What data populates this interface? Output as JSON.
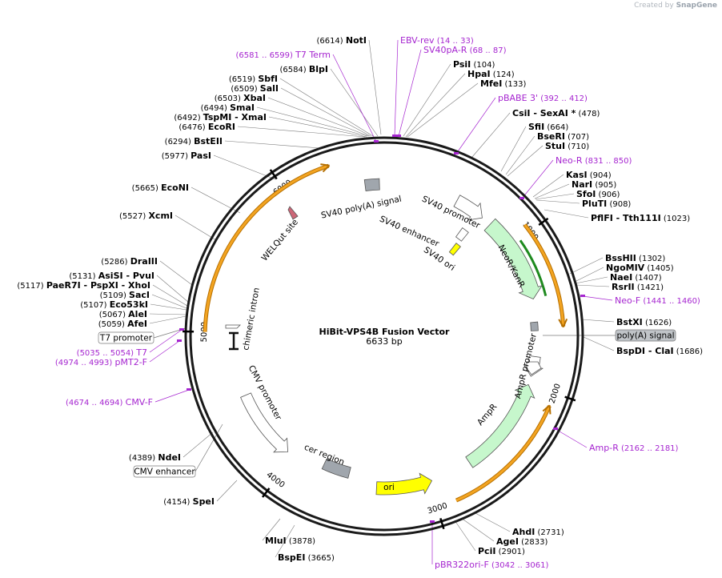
{
  "watermark": {
    "prefix": "Created by",
    "brand": "SnapGene"
  },
  "map": {
    "title": "HiBit-VPS4B Fusion Vector",
    "size_label": "6633 bp",
    "total_bp": 6633,
    "ticks": [
      {
        "label": "1000",
        "pos": 1000
      },
      {
        "label": "2000",
        "pos": 2000
      },
      {
        "label": "3000",
        "pos": 3000
      },
      {
        "label": "4000",
        "pos": 4000
      },
      {
        "label": "5000",
        "pos": 5000
      },
      {
        "label": "6000",
        "pos": 6000
      }
    ]
  },
  "sites": [
    {
      "name": "NotI",
      "pos": "(6614)"
    },
    {
      "name": "BlpI",
      "pos": "(6584)"
    },
    {
      "name": "SbfI",
      "pos": "(6519)"
    },
    {
      "name": "SalI",
      "pos": "(6509)"
    },
    {
      "name": "XbaI",
      "pos": "(6503)"
    },
    {
      "name": "SmaI",
      "pos": "(6494)"
    },
    {
      "name": "TspMI",
      "name2": "XmaI",
      "pos": "(6492)"
    },
    {
      "name": "EcoRI",
      "pos": "(6476)"
    },
    {
      "name": "BstEII",
      "pos": "(6294)"
    },
    {
      "name": "PasI",
      "pos": "(5977)"
    },
    {
      "name": "EcoNI",
      "pos": "(5665)"
    },
    {
      "name": "XcmI",
      "pos": "(5527)"
    },
    {
      "name": "DraIII",
      "pos": "(5286)"
    },
    {
      "name": "AsiSI",
      "name2": "PvuI",
      "pos": "(5131)"
    },
    {
      "name": "PaeR7I",
      "name2": "PspXI",
      "name3": "XhoI",
      "pos": "(5117)"
    },
    {
      "name": "SacI",
      "pos": "(5109)"
    },
    {
      "name": "Eco53kI",
      "pos": "(5107)"
    },
    {
      "name": "AleI",
      "pos": "(5067)"
    },
    {
      "name": "AfeI",
      "pos": "(5059)"
    },
    {
      "name": "PsiI",
      "pos": "(104)"
    },
    {
      "name": "HpaI",
      "pos": "(124)"
    },
    {
      "name": "MfeI",
      "pos": "(133)"
    },
    {
      "name": "CsiI",
      "name2": "SexAI *",
      "pos": "(478)"
    },
    {
      "name": "SfiI",
      "pos": "(664)"
    },
    {
      "name": "BseRI",
      "pos": "(707)"
    },
    {
      "name": "StuI",
      "pos": "(710)"
    },
    {
      "name": "KasI",
      "pos": "(904)"
    },
    {
      "name": "NarI",
      "pos": "(905)"
    },
    {
      "name": "SfoI",
      "pos": "(906)"
    },
    {
      "name": "PluTI",
      "pos": "(908)"
    },
    {
      "name": "PflFI",
      "name2": "Tth111I",
      "pos": "(1023)"
    },
    {
      "name": "BssHII",
      "pos": "(1302)"
    },
    {
      "name": "NgoMIV",
      "pos": "(1405)"
    },
    {
      "name": "NaeI",
      "pos": "(1407)"
    },
    {
      "name": "RsrII",
      "pos": "(1421)"
    },
    {
      "name": "BstXI",
      "pos": "(1626)"
    },
    {
      "name": "BspDI",
      "name2": "ClaI",
      "pos": "(1686)"
    },
    {
      "name": "AhdI",
      "pos": "(2731)"
    },
    {
      "name": "AgeI",
      "pos": "(2833)"
    },
    {
      "name": "PciI",
      "pos": "(2901)"
    },
    {
      "name": "BspEI",
      "pos": "(3665)"
    },
    {
      "name": "MluI",
      "pos": "(3878)"
    },
    {
      "name": "SpeI",
      "pos": "(4154)"
    },
    {
      "name": "NdeI",
      "pos": "(4389)"
    }
  ],
  "primers": [
    {
      "name": "T7 Term",
      "pos": "(6581 .. 6599)"
    },
    {
      "name": "EBV-rev",
      "pos": "(14 .. 33)"
    },
    {
      "name": "SV40pA-R",
      "pos": "(68 .. 87)"
    },
    {
      "name": "pBABE 3'",
      "pos": "(392 .. 412)"
    },
    {
      "name": "Neo-R",
      "pos": "(831 .. 850)"
    },
    {
      "name": "Neo-F",
      "pos": "(1441 .. 1460)"
    },
    {
      "name": "Amp-R",
      "pos": "(2162 .. 2181)"
    },
    {
      "name": "pBR322ori-F",
      "pos": "(3042 .. 3061)"
    },
    {
      "name": "CMV-F",
      "pos": "(4674 .. 4694)"
    },
    {
      "name": "pMT2-F",
      "pos": "(4974 .. 4993)"
    },
    {
      "name": "T7",
      "pos": "(5035 .. 5054)"
    }
  ],
  "features": [
    {
      "label": "SV40 poly(A) signal"
    },
    {
      "label": "SV40 promoter"
    },
    {
      "label": "SV40 enhancer"
    },
    {
      "label": "SV40 ori"
    },
    {
      "label": "NeoR/KanR"
    },
    {
      "label": "AmpR promoter"
    },
    {
      "label": "AmpR"
    },
    {
      "label": "ori"
    },
    {
      "label": "cer region"
    },
    {
      "label": "CMV promoter"
    },
    {
      "label": "chimeric intron"
    },
    {
      "label": "WELQut site"
    }
  ],
  "boxed_labels": [
    {
      "label": "poly(A) signal"
    },
    {
      "label": "T7 promoter"
    },
    {
      "label": "CMV enhancer"
    }
  ],
  "colors": {
    "primer": "#a626d0",
    "orf_arrow": "#f3a421",
    "promoter": "#ffffff",
    "neo": "#c6f7cc",
    "ampr": "#c6f7cc",
    "ori": "#ffff00",
    "misc_box": "#a0a6ad"
  }
}
